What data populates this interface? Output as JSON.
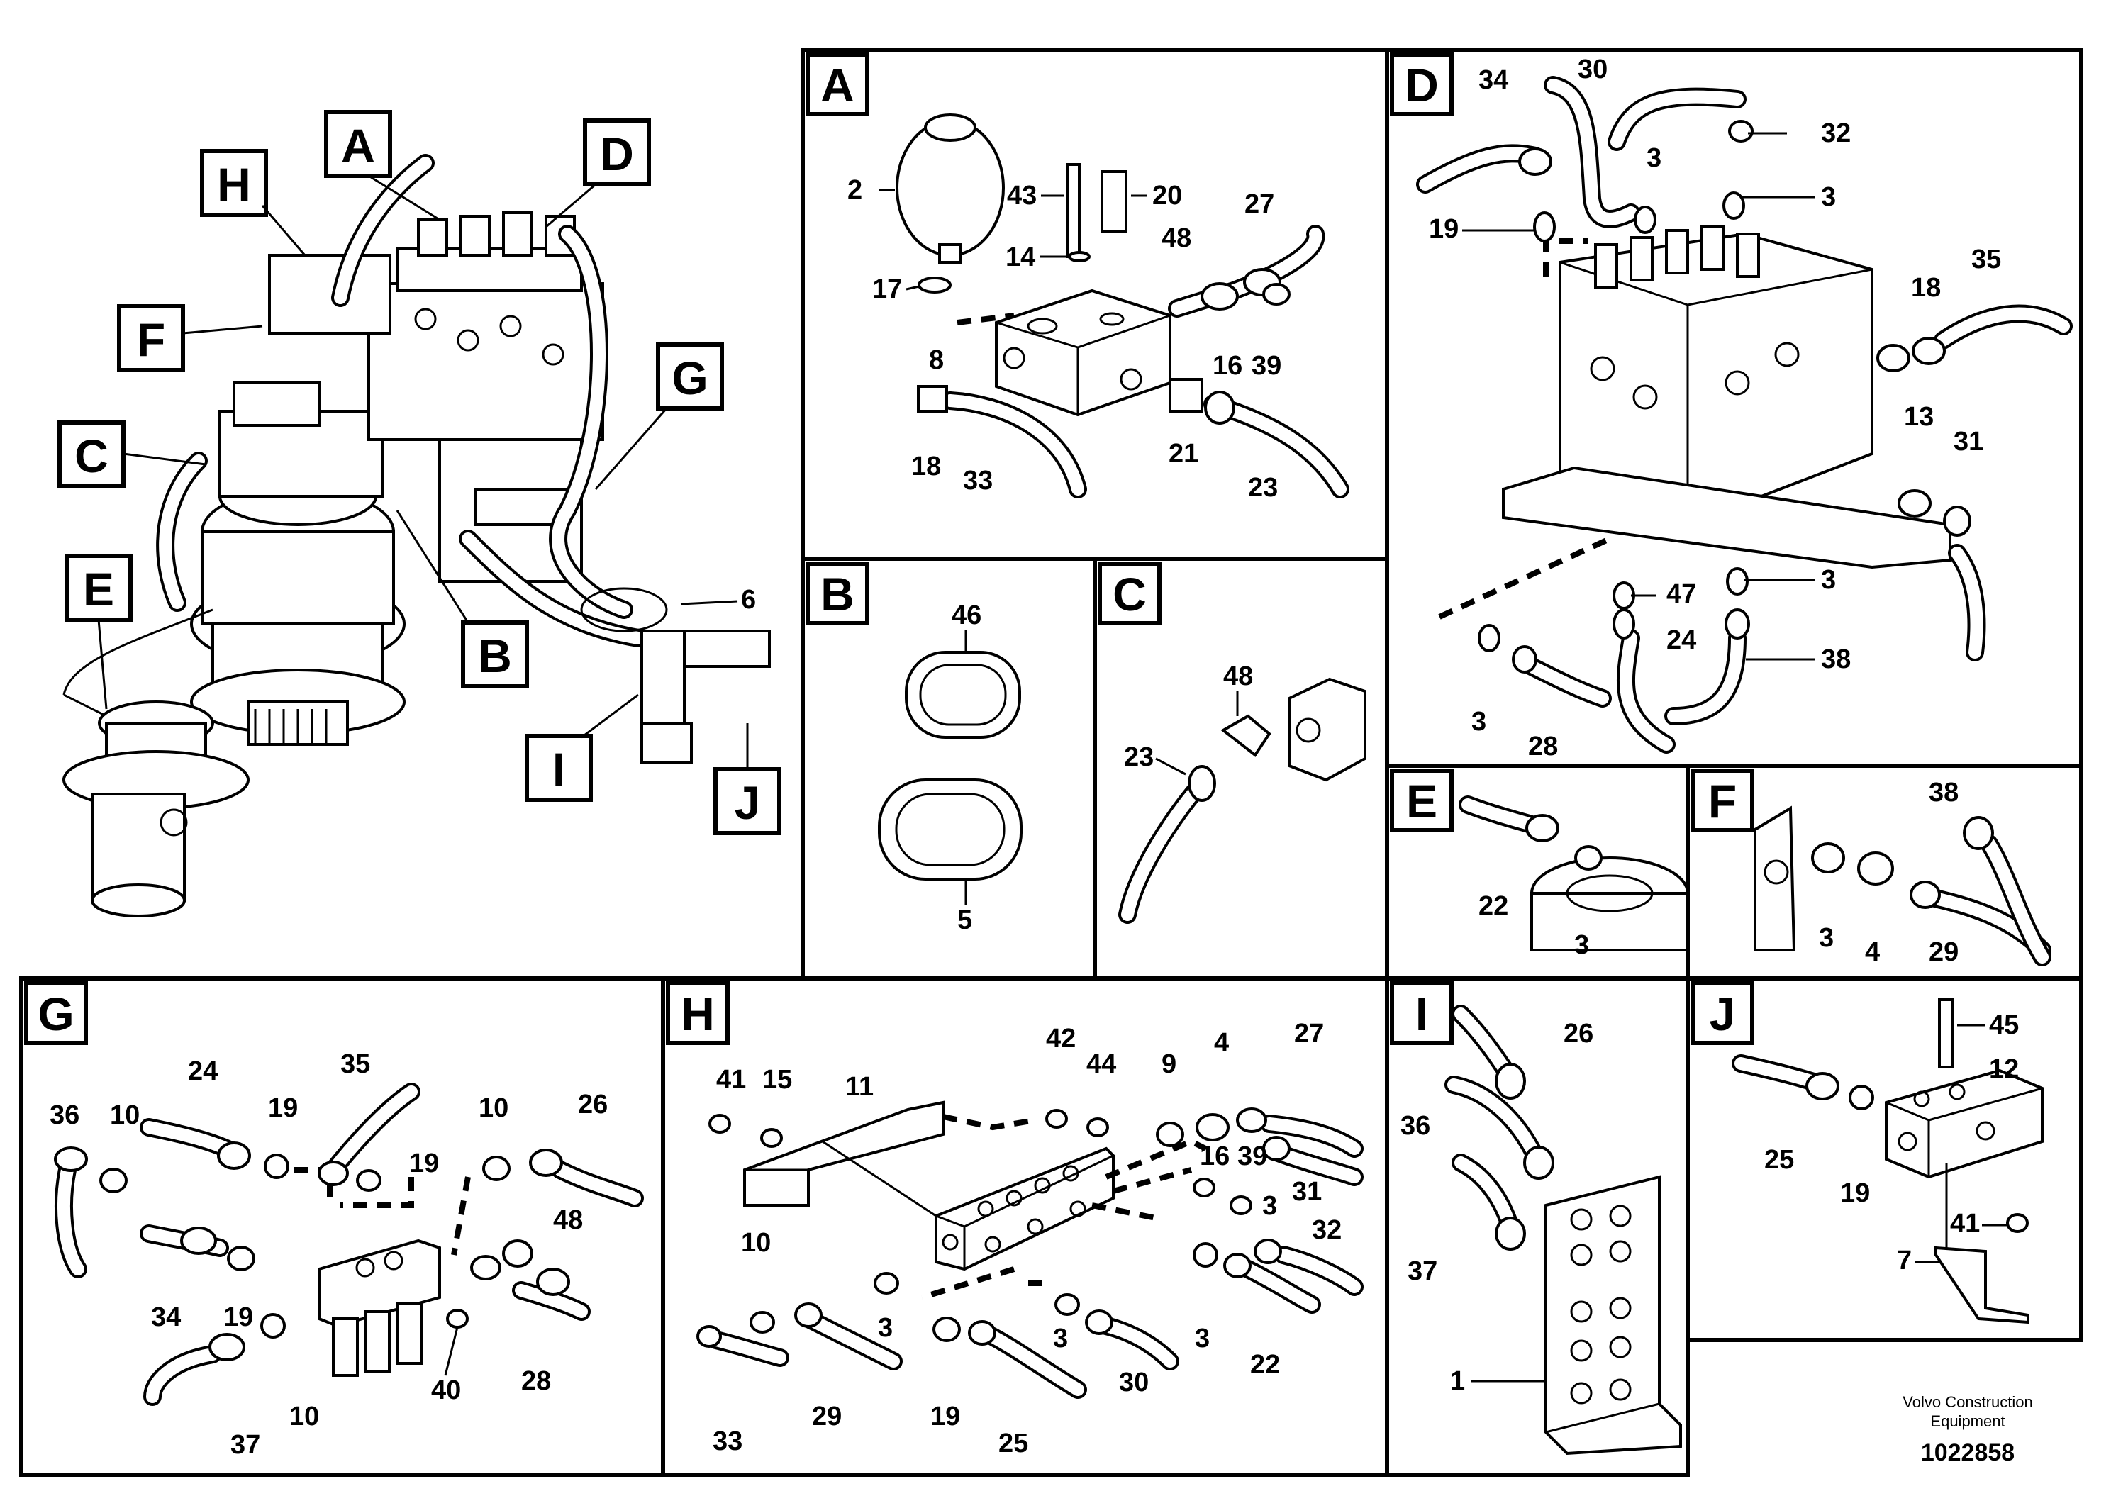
{
  "panels": {
    "A": {
      "letter": "A",
      "callouts": [
        "2",
        "43",
        "20",
        "27",
        "17",
        "14",
        "48",
        "8",
        "16",
        "39",
        "18",
        "33",
        "21",
        "23"
      ]
    },
    "B": {
      "letter": "B",
      "callouts": [
        "46",
        "5"
      ]
    },
    "C": {
      "letter": "C",
      "callouts": [
        "48",
        "23"
      ]
    },
    "D": {
      "letter": "D",
      "callouts": [
        "34",
        "30",
        "32",
        "3",
        "3",
        "19",
        "18",
        "35",
        "13",
        "31",
        "47",
        "3",
        "24",
        "38",
        "3",
        "28"
      ]
    },
    "E": {
      "letter": "E",
      "callouts": [
        "22",
        "3"
      ]
    },
    "F": {
      "letter": "F",
      "callouts": [
        "38",
        "3",
        "4",
        "29"
      ]
    },
    "G": {
      "letter": "G",
      "callouts": [
        "36",
        "10",
        "24",
        "19",
        "35",
        "19",
        "10",
        "26",
        "48",
        "34",
        "19",
        "10",
        "37",
        "40",
        "28"
      ]
    },
    "H": {
      "letter": "H",
      "callouts": [
        "41",
        "15",
        "11",
        "42",
        "44",
        "9",
        "4",
        "27",
        "16",
        "39",
        "31",
        "3",
        "32",
        "10",
        "3",
        "3",
        "30",
        "3",
        "22",
        "33",
        "29",
        "19",
        "25"
      ]
    },
    "I": {
      "letter": "I",
      "callouts": [
        "26",
        "36",
        "37",
        "1"
      ]
    },
    "J": {
      "letter": "J",
      "callouts": [
        "45",
        "12",
        "25",
        "19",
        "41",
        "7"
      ]
    }
  },
  "overview_tags": [
    "A",
    "D",
    "H",
    "F",
    "G",
    "C",
    "E",
    "B",
    "I",
    "J"
  ],
  "overview_callouts": [
    "6"
  ],
  "footer": {
    "org_line1": "Volvo Construction",
    "org_line2": "Equipment",
    "doc_id": "1022858"
  }
}
